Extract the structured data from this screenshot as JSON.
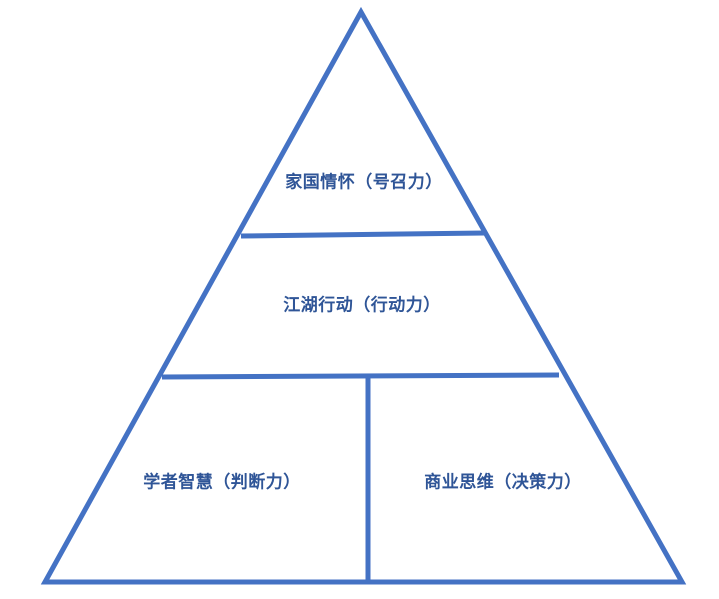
{
  "diagram": {
    "type": "pyramid",
    "colors": {
      "stroke": "#4472c4",
      "text": "#2f5597",
      "background": "#ffffff"
    },
    "tiers": {
      "top": {
        "label": "家国情怀（号召力）"
      },
      "middle": {
        "label": "江湖行动（行动力）"
      },
      "bottom_left": {
        "label": "学者智慧（判断力）"
      },
      "bottom_right": {
        "label": "商业思维（决策力）"
      }
    }
  }
}
